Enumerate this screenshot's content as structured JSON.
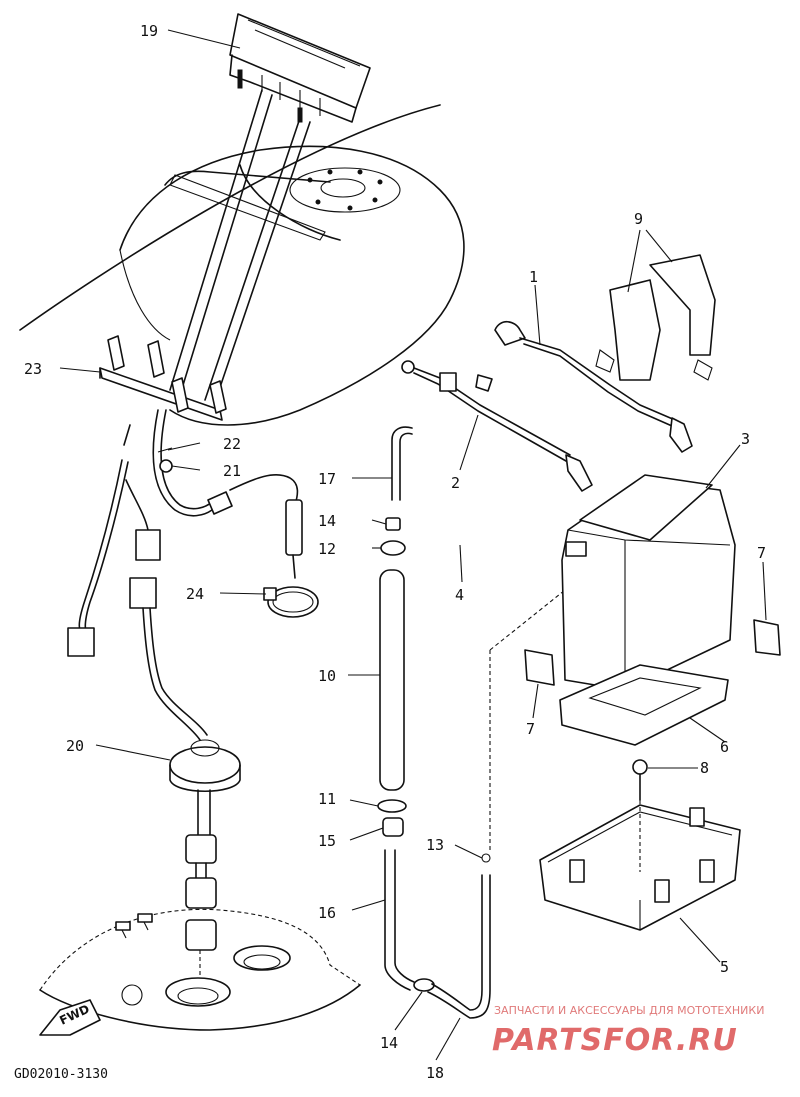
{
  "callouts": [
    {
      "id": "1",
      "label": "1"
    },
    {
      "id": "2",
      "label": "2"
    },
    {
      "id": "3",
      "label": "3"
    },
    {
      "id": "4",
      "label": "4"
    },
    {
      "id": "5",
      "label": "5"
    },
    {
      "id": "6",
      "label": "6"
    },
    {
      "id": "7a",
      "label": "7"
    },
    {
      "id": "7b",
      "label": "7"
    },
    {
      "id": "8",
      "label": "8"
    },
    {
      "id": "9",
      "label": "9"
    },
    {
      "id": "10",
      "label": "10"
    },
    {
      "id": "11",
      "label": "11"
    },
    {
      "id": "12",
      "label": "12"
    },
    {
      "id": "13",
      "label": "13"
    },
    {
      "id": "14a",
      "label": "14"
    },
    {
      "id": "14b",
      "label": "14"
    },
    {
      "id": "15",
      "label": "15"
    },
    {
      "id": "16",
      "label": "16"
    },
    {
      "id": "17",
      "label": "17"
    },
    {
      "id": "18",
      "label": "18"
    },
    {
      "id": "19",
      "label": "19"
    },
    {
      "id": "20",
      "label": "20"
    },
    {
      "id": "21",
      "label": "21"
    },
    {
      "id": "22",
      "label": "22"
    },
    {
      "id": "23",
      "label": "23"
    },
    {
      "id": "24",
      "label": "24"
    }
  ],
  "fwd_label": "FWD",
  "diagram_code": "GD02010-3130",
  "watermark": {
    "tagline": "ЗАПЧАСТИ И АКСЕССУАРЫ ДЛЯ МОТОТЕХНИКИ",
    "brand": "PARTSFOR.RU"
  }
}
